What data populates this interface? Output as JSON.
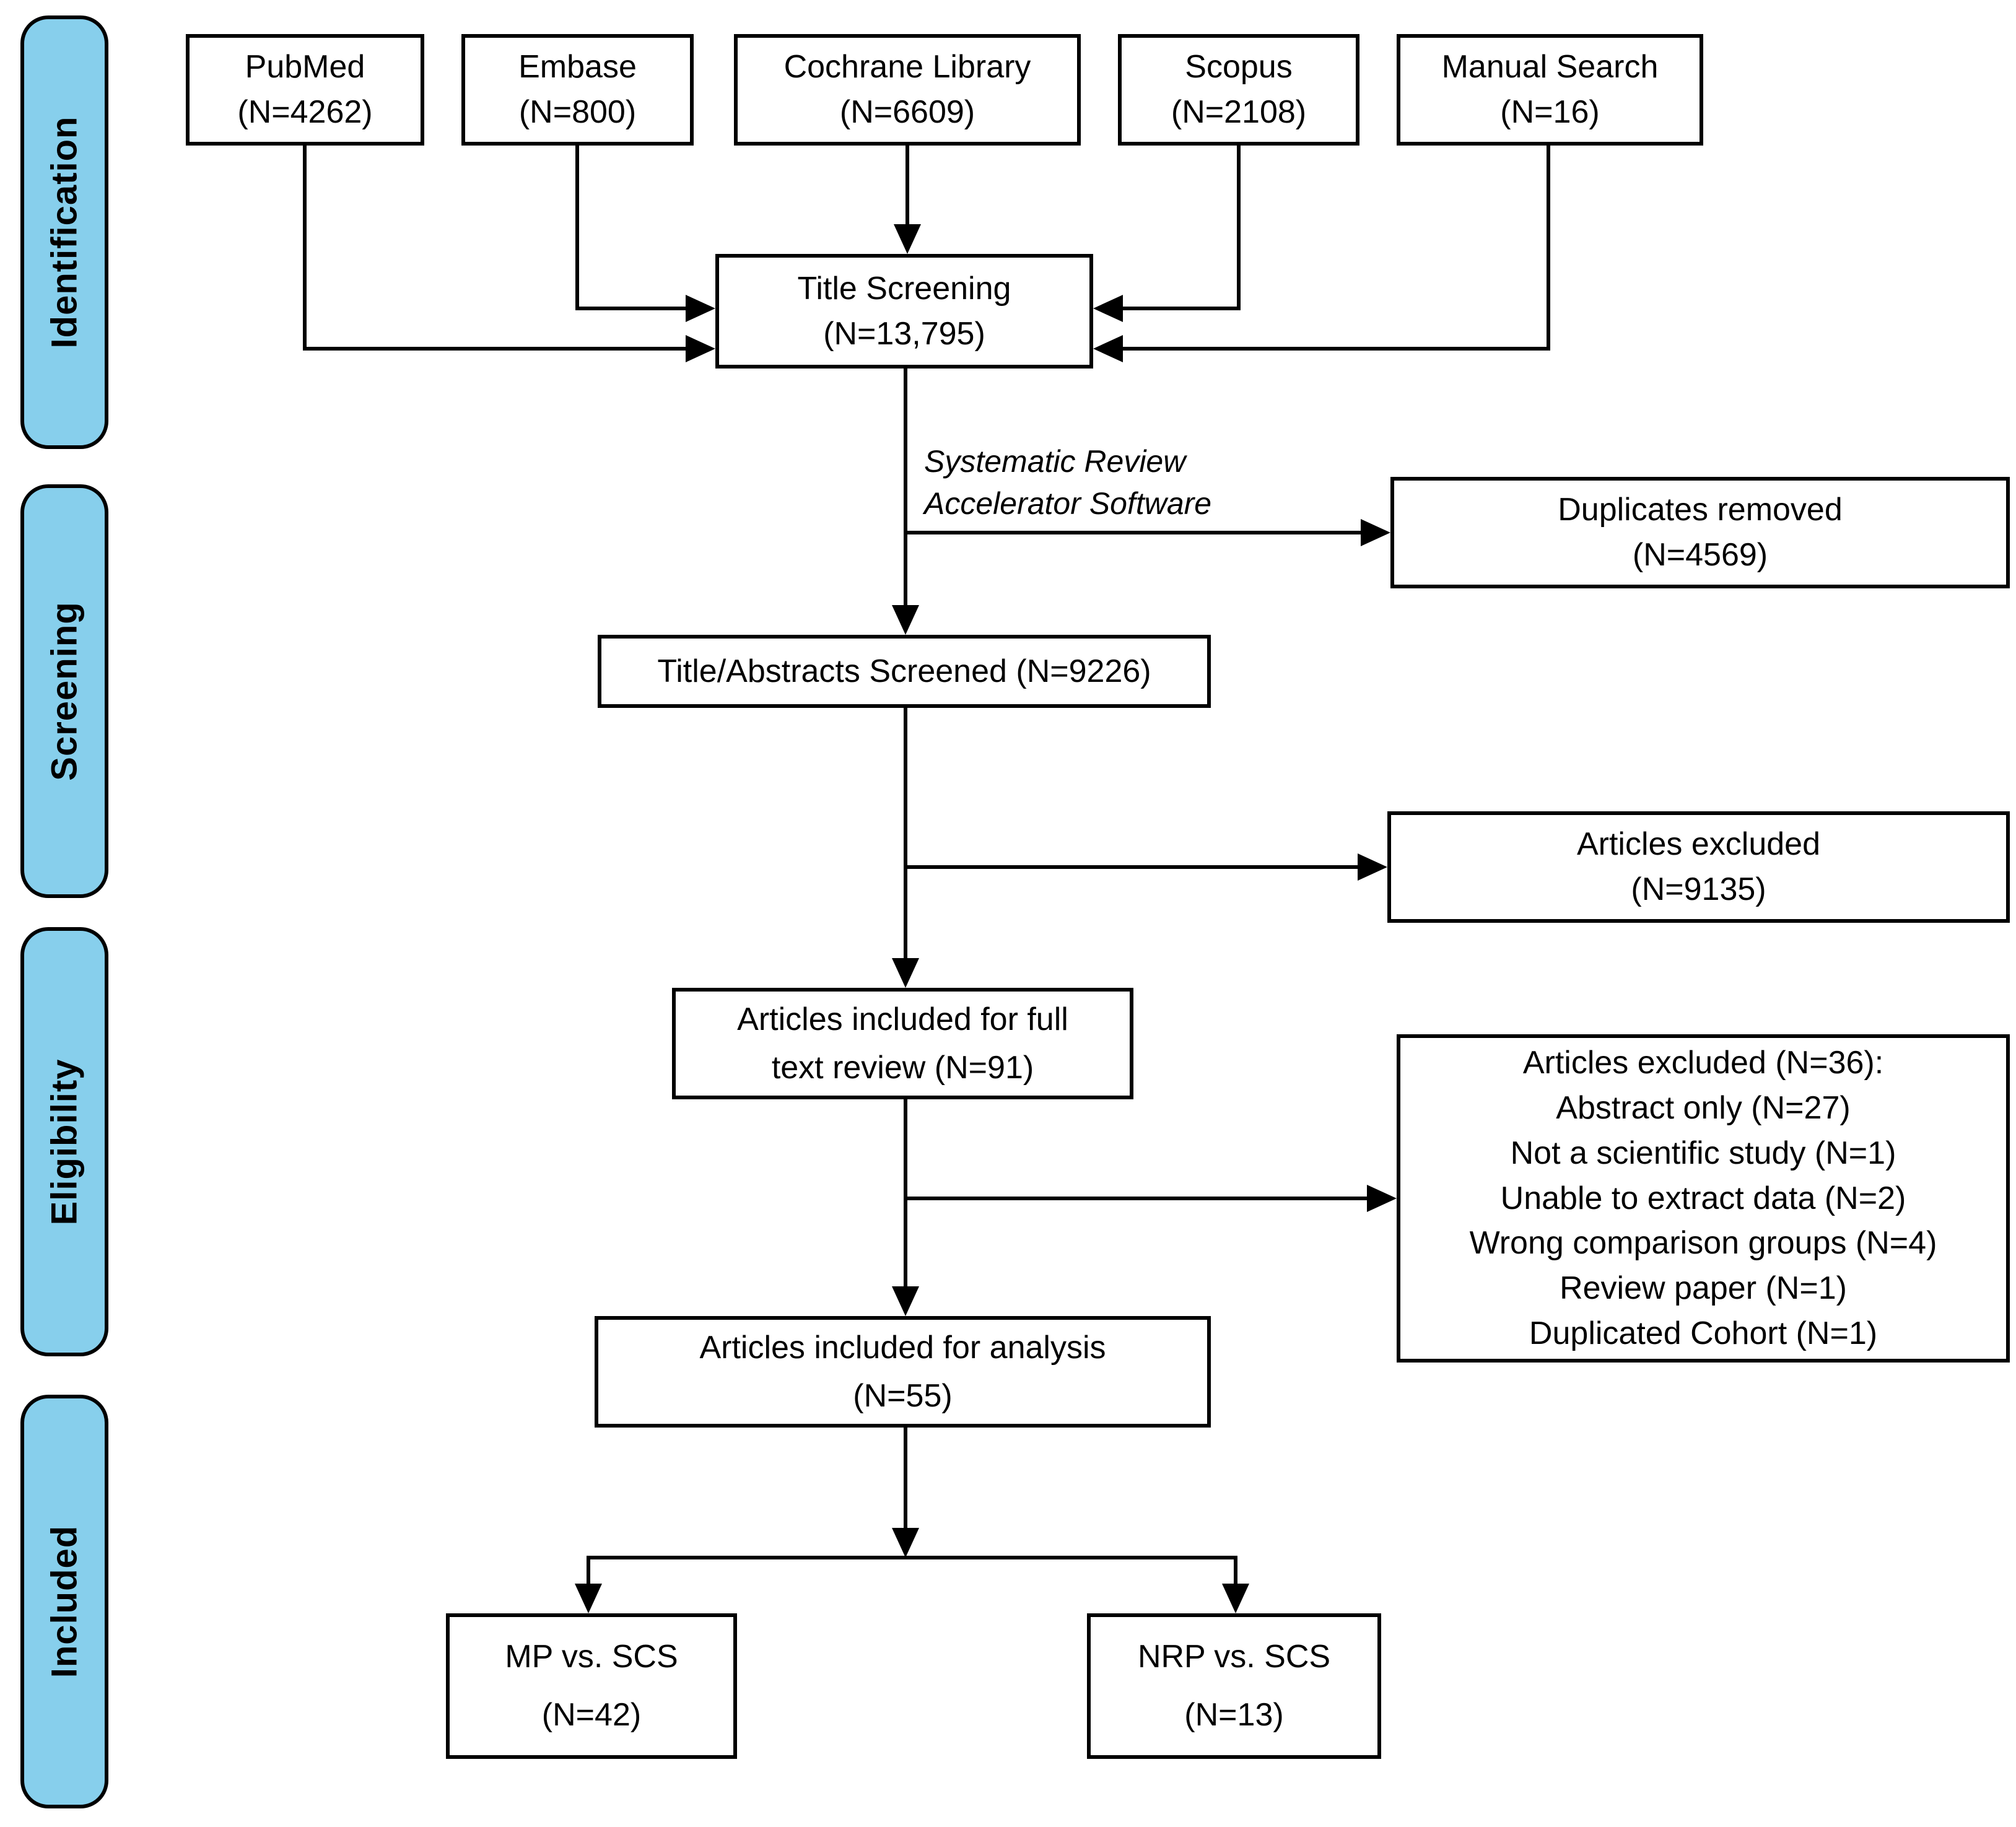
{
  "palette": {
    "stage_fill": "#87CFEC",
    "box_fill": "#FFFFFF",
    "line_color": "#000000",
    "text_color": "#000000"
  },
  "stages": [
    {
      "label": "Identification"
    },
    {
      "label": "Screening"
    },
    {
      "label": "Eligibility"
    },
    {
      "label": "Included"
    }
  ],
  "nodes": {
    "pubmed": {
      "text": "PubMed\n(N=4262)"
    },
    "embase": {
      "text": "Embase\n(N=800)"
    },
    "cochrane": {
      "text": "Cochrane Library\n(N=6609)"
    },
    "scopus": {
      "text": "Scopus\n(N=2108)"
    },
    "manual_search": {
      "text": "Manual Search\n(N=16)"
    },
    "title_screening": {
      "text": "Title Screening\n(N=13,795)"
    },
    "duplicates_removed": {
      "text": "Duplicates removed\n(N=4569)"
    },
    "abstracts_screened": {
      "text": "Title/Abstracts Screened (N=9226)"
    },
    "articles_excluded_screening": {
      "text": "Articles excluded\n(N=9135)"
    },
    "full_text_review": {
      "text": "Articles included for full\ntext review (N=91)"
    },
    "articles_excluded_full_text": {
      "text": "Articles excluded (N=36):\nAbstract only (N=27)\nNot a scientific study (N=1)\nUnable to extract data (N=2)\nWrong comparison groups (N=4)\nReview paper (N=1)\nDuplicated Cohort (N=1)"
    },
    "analysis": {
      "text": "Articles included for analysis\n(N=55)"
    },
    "mp_vs_scs": {
      "text": "MP vs. SCS\n(N=42)"
    },
    "nrp_vs_scs": {
      "text": "NRP vs. SCS\n(N=13)"
    }
  },
  "annotation": {
    "text": "Systematic Review\nAccelerator Software"
  }
}
